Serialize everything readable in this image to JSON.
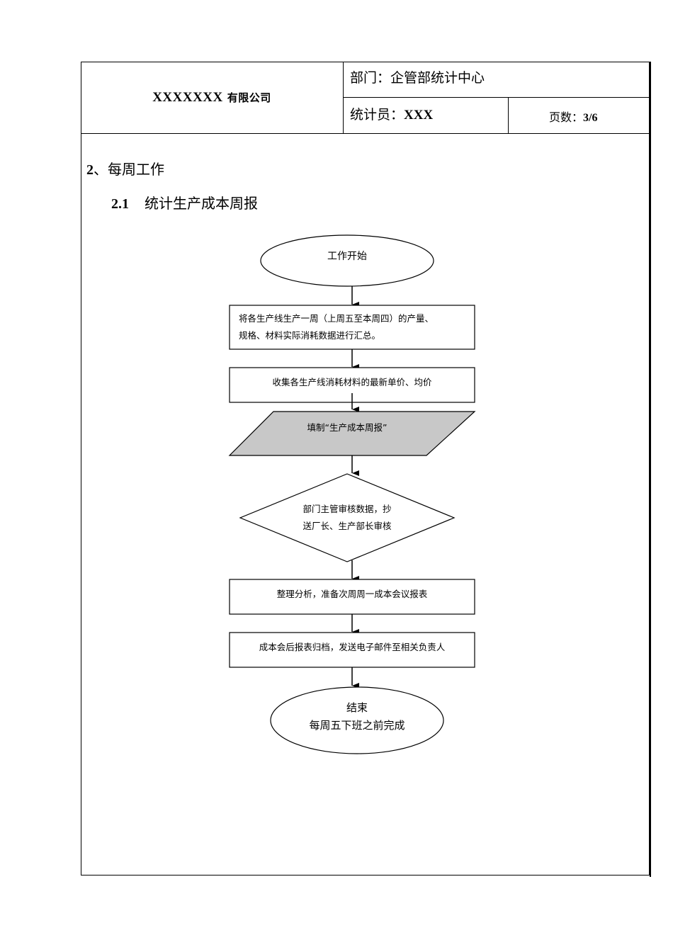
{
  "header": {
    "company_latin": "XXXXXXX",
    "company_cn": "有限公司",
    "dept_label": "部门：",
    "dept_value": "企管部统计中心",
    "stat_label": "统计员：",
    "stat_value": "XXX",
    "pages_label": "页数：",
    "pages_value": "3/6"
  },
  "section": {
    "number": "2",
    "title": "、每周工作"
  },
  "subsection": {
    "number": "2.1",
    "title": "统计生产成本周报"
  },
  "flow": {
    "start": "工作开始",
    "step1_line1": "将各生产线生产一周（上周五至本周四）的产量、",
    "step1_line2": "规格、材料实际消耗数据进行汇总。",
    "step2": "收集各生产线消耗材料的最新单价、均价",
    "step3": "填制“生产成本周报”",
    "decision_line1": "部门主管审核数据，抄",
    "decision_line2": "送厂长、生产部长审核",
    "step4": "整理分析，准备次周周一成本会议报表",
    "step5": "成本会后报表归档，发送电子邮件至相关负责人",
    "end_line1": "结束",
    "end_line2": "每周五下班之前完成"
  },
  "colors": {
    "line": "#000000",
    "parallelogram_fill": "#c8c8c8"
  }
}
